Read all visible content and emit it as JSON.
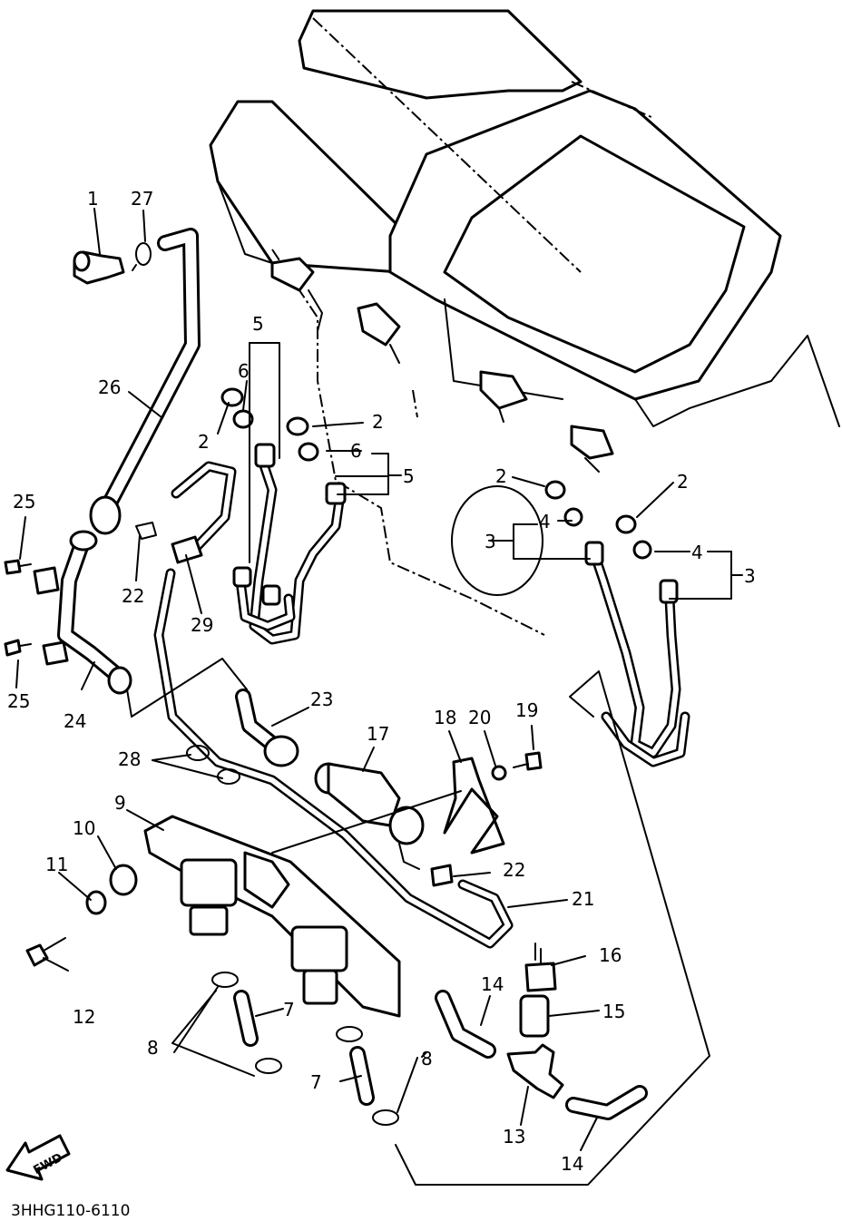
{
  "diagram": {
    "code": "3HHG110-6110",
    "fwd_label": "FWD",
    "labels": {
      "c1": "1",
      "c27": "27",
      "c26": "26",
      "c5a": "5",
      "c6a": "6",
      "c2a": "2",
      "c2b": "2",
      "c6b": "6",
      "c5b": "5",
      "c2c": "2",
      "c2d": "2",
      "c4a": "4",
      "c3a": "3",
      "c4b": "4",
      "c3b": "3",
      "c25a": "25",
      "c25b": "25",
      "c22a": "22",
      "c29": "29",
      "c24": "24",
      "c23": "23",
      "c28": "28",
      "c17": "17",
      "c18": "18",
      "c20": "20",
      "c19": "19",
      "c9": "9",
      "c10": "10",
      "c11": "11",
      "c22b": "22",
      "c21": "21",
      "c16": "16",
      "c14a": "14",
      "c15": "15",
      "c12": "12",
      "c7a": "7",
      "c8a": "8",
      "c8b": "8",
      "c7b": "7",
      "c13": "13",
      "c14b": "14"
    }
  }
}
